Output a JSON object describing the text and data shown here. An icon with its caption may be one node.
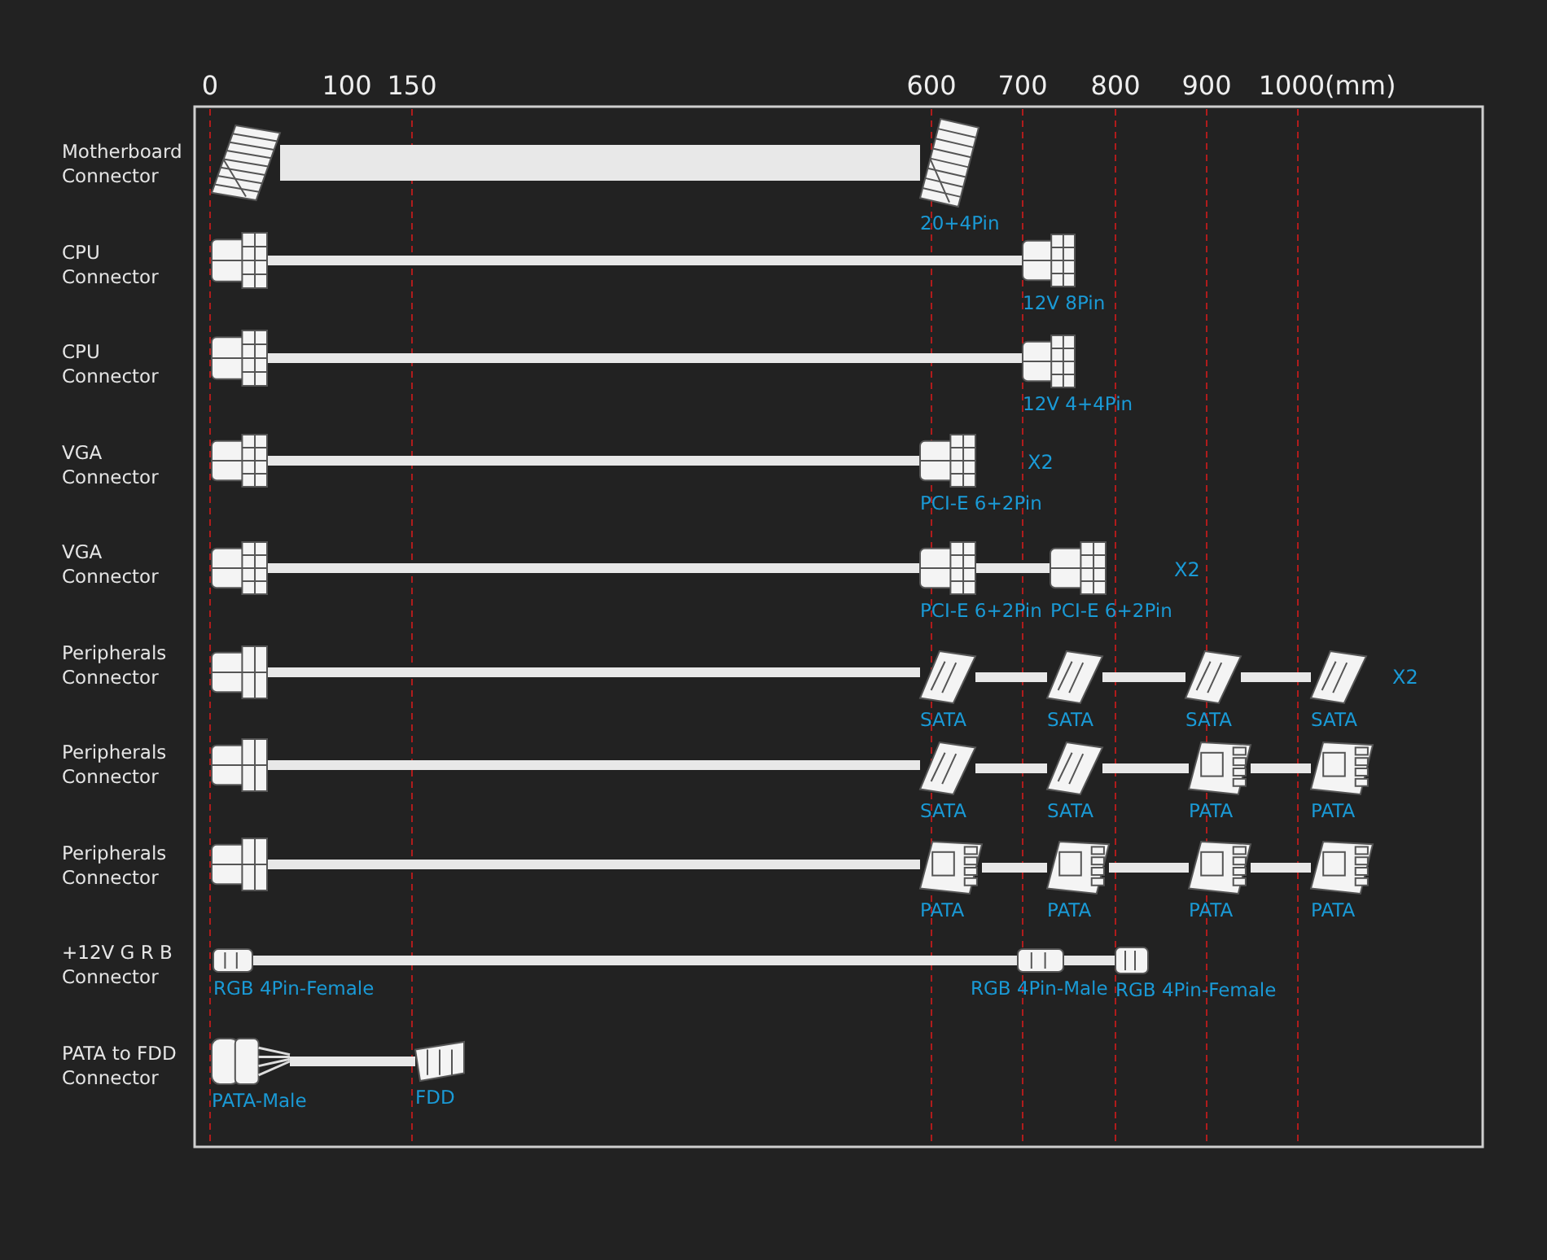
{
  "diagram": {
    "nodes": [
      {
        "text": [],
        "shape": "picture"
      },
      {
        "text": [
          "20+4Pin"
        ]
      },
      {
        "text": [],
        "shape": "picture"
      },
      {
        "text": [
          "12V 8Pin"
        ]
      },
      {
        "text": [],
        "shape": "picture"
      },
      {
        "text": [
          "12V 4+4Pin"
        ]
      },
      {
        "text": [],
        "shape": "picture"
      },
      {
        "text": [
          "PCI-E 6+2Pin"
        ]
      },
      {
        "text": [],
        "shape": "picture"
      },
      {
        "text": [
          "PCI-E 6+2Pin"
        ]
      },
      {
        "text": [
          "PCI-E 6+2Pin"
        ]
      },
      {
        "text": [],
        "shape": "picture"
      },
      {
        "text": [
          "SATA"
        ]
      },
      {
        "text": [
          "SATA"
        ]
      },
      {
        "text": [
          "SATA"
        ]
      },
      {
        "text": [
          "SATA"
        ]
      },
      {
        "text": [],
        "shape": "picture"
      },
      {
        "text": [
          "SATA"
        ]
      },
      {
        "text": [
          "SATA"
        ]
      },
      {
        "text": [
          "PATA"
        ]
      },
      {
        "text": [
          "PATA"
        ]
      },
      {
        "text": [],
        "shape": "picture"
      },
      {
        "text": [
          "PATA"
        ]
      },
      {
        "text": [
          "PATA"
        ]
      },
      {
        "text": [
          "PATA"
        ]
      },
      {
        "text": [
          "PATA"
        ]
      },
      {
        "text": [
          "RGB 4Pin-Female"
        ]
      },
      {
        "text": [
          "RGB 4Pin-Male"
        ]
      },
      {
        "text": [
          "RGB 4Pin-Female"
        ]
      },
      {
        "text": [
          "PATA-Male"
        ]
      },
      {
        "text": [
          "FDD"
        ]
      }
    ],
    "edges": [
      {
        "from": 0,
        "to": 1,
        "arrow": "none",
        "style": "thick"
      },
      {
        "from": 2,
        "to": 3,
        "arrow": "none"
      },
      {
        "from": 4,
        "to": 5,
        "arrow": "none"
      },
      {
        "from": 6,
        "to": 7,
        "arrow": "none"
      },
      {
        "from": 8,
        "to": 9,
        "arrow": "none"
      },
      {
        "from": 9,
        "to": 10,
        "arrow": "none"
      },
      {
        "from": 11,
        "to": 12,
        "arrow": "none"
      },
      {
        "from": 12,
        "to": 13,
        "arrow": "none"
      },
      {
        "from": 13,
        "to": 14,
        "arrow": "none"
      },
      {
        "from": 14,
        "to": 15,
        "arrow": "none"
      },
      {
        "from": 16,
        "to": 17,
        "arrow": "none"
      },
      {
        "from": 17,
        "to": 18,
        "arrow": "none"
      },
      {
        "from": 18,
        "to": 19,
        "arrow": "none"
      },
      {
        "from": 19,
        "to": 20,
        "arrow": "none"
      },
      {
        "from": 21,
        "to": 22,
        "arrow": "none"
      },
      {
        "from": 22,
        "to": 23,
        "arrow": "none"
      },
      {
        "from": 23,
        "to": 24,
        "arrow": "none"
      },
      {
        "from": 24,
        "to": 25,
        "arrow": "none"
      },
      {
        "from": 26,
        "to": 27,
        "arrow": "none"
      },
      {
        "from": 27,
        "to": 28,
        "arrow": "none"
      },
      {
        "from": 29,
        "to": 30,
        "arrow": "none"
      }
    ],
    "labels": [
      "0",
      "100",
      "150",
      "600",
      "700",
      "800",
      "900",
      "1000(mm)",
      "Motherboard Connector",
      "CPU Connector",
      "CPU Connector",
      "VGA Connector",
      "X2",
      "VGA Connector",
      "X2",
      "Peripherals Connector",
      "X2",
      "Peripherals Connector",
      "Peripherals Connector",
      "+12V G R B Connector",
      "PATA to FDD Connector"
    ]
  }
}
